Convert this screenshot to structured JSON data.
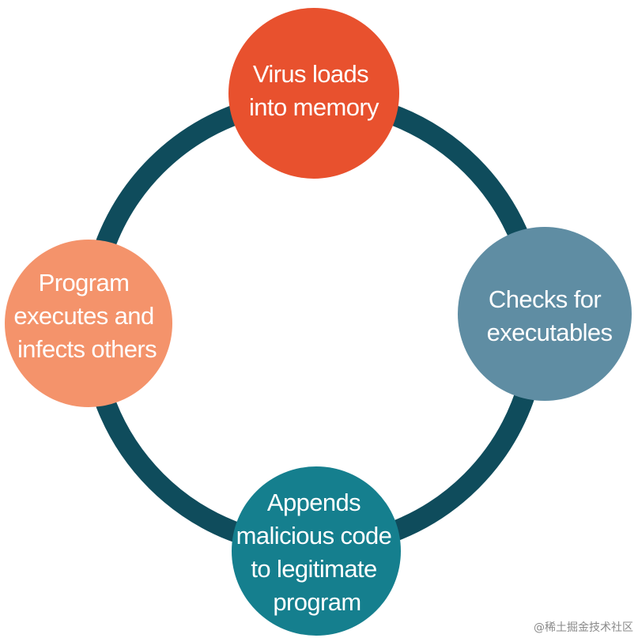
{
  "diagram": {
    "type": "cycle",
    "ring_color": "#0f4c5c",
    "nodes": [
      {
        "id": "top",
        "lines": [
          "Virus loads",
          "into memory"
        ],
        "color": "#e8512e"
      },
      {
        "id": "right",
        "lines": [
          "Checks for",
          "executables"
        ],
        "color": "#5f8da3"
      },
      {
        "id": "bottom",
        "lines": [
          "Appends",
          "malicious code",
          "to legitimate",
          "program"
        ],
        "color": "#157f8e"
      },
      {
        "id": "left",
        "lines": [
          "Program",
          "executes and",
          "infects others"
        ],
        "color": "#f4936b"
      }
    ]
  },
  "watermark": "@稀土掘金技术社区"
}
